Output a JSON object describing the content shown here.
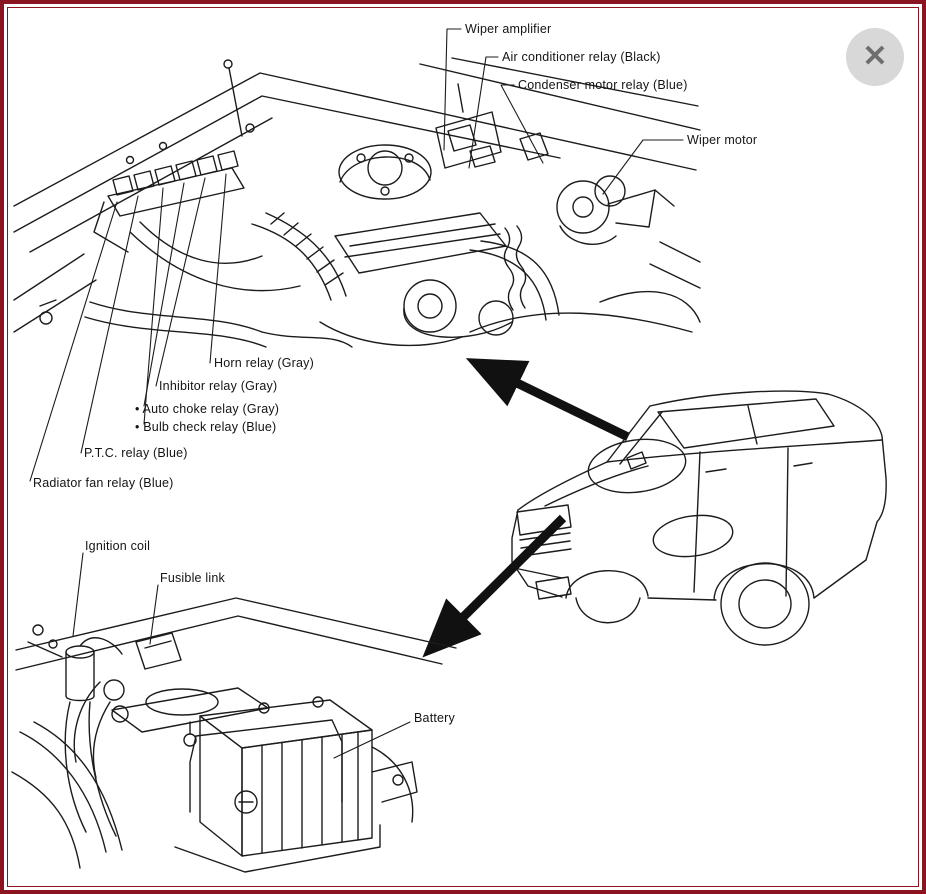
{
  "window": {
    "close_glyph": "✕"
  },
  "colors": {
    "border": "#8a1420",
    "line": "#1c1c1c",
    "background": "#ffffff",
    "close_button_bg": "#d8d8d8",
    "close_button_icon": "#6e6e6e",
    "arrow": "#111111"
  },
  "diagram": {
    "labels": [
      {
        "id": "wiper-amplifier",
        "text": "Wiper amplifier"
      },
      {
        "id": "air-conditioner-relay",
        "text": "Air conditioner relay (Black)"
      },
      {
        "id": "condenser-motor-relay",
        "text": "Condenser motor relay (Blue)"
      },
      {
        "id": "wiper-motor",
        "text": "Wiper motor"
      },
      {
        "id": "horn-relay",
        "text": "Horn relay (Gray)"
      },
      {
        "id": "inhibitor-relay",
        "text": "Inhibitor relay (Gray)"
      },
      {
        "id": "auto-choke-relay",
        "text": "• Auto choke relay (Gray)"
      },
      {
        "id": "bulb-check-relay",
        "text": "• Bulb check relay (Blue)"
      },
      {
        "id": "ptc-relay",
        "text": "P.T.C. relay (Blue)"
      },
      {
        "id": "radiator-fan-relay",
        "text": "Radiator fan relay (Blue)"
      },
      {
        "id": "ignition-coil",
        "text": "Ignition coil"
      },
      {
        "id": "fusible-link",
        "text": "Fusible link"
      },
      {
        "id": "battery",
        "text": "Battery"
      }
    ]
  }
}
